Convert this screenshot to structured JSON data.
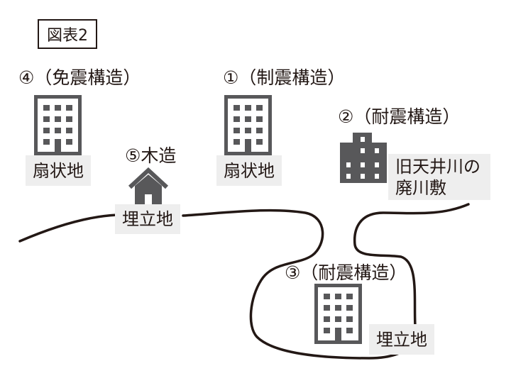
{
  "title": "図表2",
  "buildings": [
    {
      "label": "①（制震構造）",
      "ground": "扇状地"
    },
    {
      "label": "②（耐震構造）",
      "ground_line1": "旧天井川の",
      "ground_line2": "廃川敷"
    },
    {
      "label": "③（耐震構造）",
      "ground": "埋立地"
    },
    {
      "label": "④（免震構造）",
      "ground": "扇状地"
    },
    {
      "label": "⑤木造",
      "ground": "埋立地"
    }
  ],
  "colors": {
    "icon": "#58585a",
    "label_bg": "#eeeeee",
    "line": "#231815"
  }
}
